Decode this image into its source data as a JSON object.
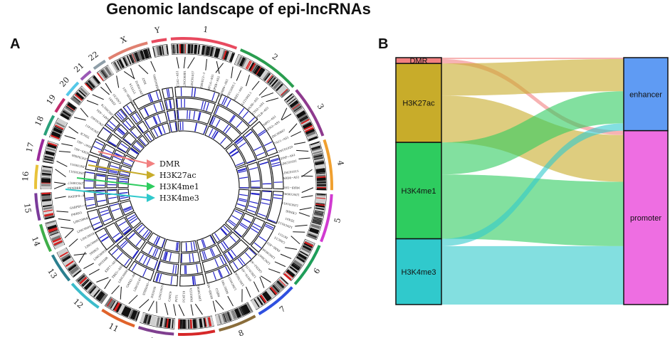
{
  "title": "Genomic landscape of epi-lncRNAs",
  "panels": {
    "a": "A",
    "b": "B"
  },
  "colors": {
    "dmr": "#f28080",
    "h3k27ac": "#c8ac2a",
    "h3k4me1": "#2ecc5f",
    "h3k4me3": "#30c9cc",
    "enhancer": "#5f9bf3",
    "promoter": "#ee6ee2",
    "chromosomes": [
      "#e84a5f",
      "#2a9d4f",
      "#8e3a8e",
      "#f0a030",
      "#d13bd1",
      "#1f9e5a",
      "#2f50e0",
      "#8a6d3b",
      "#d62728",
      "#7f3f8f",
      "#e0632b",
      "#3cbccb",
      "#2a7f8f",
      "#3fae49",
      "#7a3a9a",
      "#e8c23a",
      "#9a2a9a",
      "#2aa07a",
      "#c02a6a",
      "#55c8e8",
      "#9b59b6",
      "#8e9ea8",
      "#e08070"
    ]
  },
  "circos": {
    "chromosomes": [
      "1",
      "2",
      "3",
      "4",
      "5",
      "6",
      "7",
      "8",
      "9",
      "10",
      "11",
      "12",
      "13",
      "14",
      "15",
      "16",
      "17",
      "18",
      "19",
      "20",
      "21",
      "22",
      "X",
      "Y"
    ],
    "gene_labels": [
      "SLC2A1−AS1",
      "LINC00881",
      "LINC01057",
      "ERVK13−1",
      "HIF1A−AS1",
      "SPSB−AS1",
      "WDR86−AS1",
      "AC012065.1",
      "ZMIZ1−AS1",
      "AL121992.1",
      "SEMA3B−AS1",
      "ACTA2−AS1",
      "SPTLB−AS1",
      "TMPO−AS1",
      "CLEN3−AS1",
      "LINC00887",
      "SLC7A11−AS1",
      "LINC01020",
      "GDNF−AS1",
      "LINC01021",
      "LINC01015",
      "STARD4−AS1",
      "MIR9−1HG",
      "LINC00992",
      "LINC01614",
      "CRNDE",
      "TEX41",
      "LINC01119",
      "HCG11",
      "CASC15",
      "PAX8−AS1",
      "LINC00342",
      "LINC00472",
      "GATA3−AS1",
      "LINC01554",
      "OSTN−AS1",
      "LINC00265",
      "LINC00511",
      "MIR17HG",
      "MEG3",
      "HOXB−AS3",
      "LINC00982",
      "FAM225A",
      "PCAT19",
      "PVT1",
      "CASC9",
      "LINC00051",
      "DIO3OS",
      "ST8SIA6−AS1",
      "LINC01474",
      "GATA2−AS1",
      "LINC00941",
      "TBX5−AS1",
      "KRT7−AS1",
      "HOTAIR",
      "LINC00958",
      "SNHG1",
      "LINC00607",
      "LINC00343",
      "LINC00052",
      "LINC00645",
      "PWRN1",
      "GABPB1−AS1",
      "RASSF8−AS1",
      "FENDRR",
      "LINC00917",
      "LINC00311",
      "LINC00911",
      "LINC02600",
      "SOX9−AS1",
      "ZNF667−AS1",
      "TINCR",
      "LINC01411",
      "LINC01002",
      "DLGAP1−AS1",
      "LINC00278",
      "ZFAS1",
      "CASC20",
      "FAM83H−AS1",
      "TTTY14",
      "LINC00632",
      "XIST",
      "MIR503HG"
    ],
    "track_labels": [
      "DMR",
      "H3K27ac",
      "H3K4me1",
      "H3K4me3"
    ]
  },
  "sankey": {
    "left_nodes": [
      {
        "label": "DMR",
        "value": 4
      },
      {
        "label": "H3K27ac",
        "value": 54
      },
      {
        "label": "H3K4me1",
        "value": 66
      },
      {
        "label": "H3K4me3",
        "value": 45
      }
    ],
    "right_nodes": [
      {
        "label": "enhancer",
        "value": 50
      },
      {
        "label": "promoter",
        "value": 119
      }
    ],
    "links": [
      {
        "source": "DMR",
        "target": "enhancer",
        "value": 1
      },
      {
        "source": "DMR",
        "target": "promoter",
        "value": 3
      },
      {
        "source": "H3K27ac",
        "target": "enhancer",
        "value": 22
      },
      {
        "source": "H3K27ac",
        "target": "promoter",
        "value": 32
      },
      {
        "source": "H3K4me1",
        "target": "enhancer",
        "value": 22
      },
      {
        "source": "H3K4me1",
        "target": "promoter",
        "value": 44
      },
      {
        "source": "H3K4me3",
        "target": "enhancer",
        "value": 5
      },
      {
        "source": "H3K4me3",
        "target": "promoter",
        "value": 40
      }
    ]
  }
}
